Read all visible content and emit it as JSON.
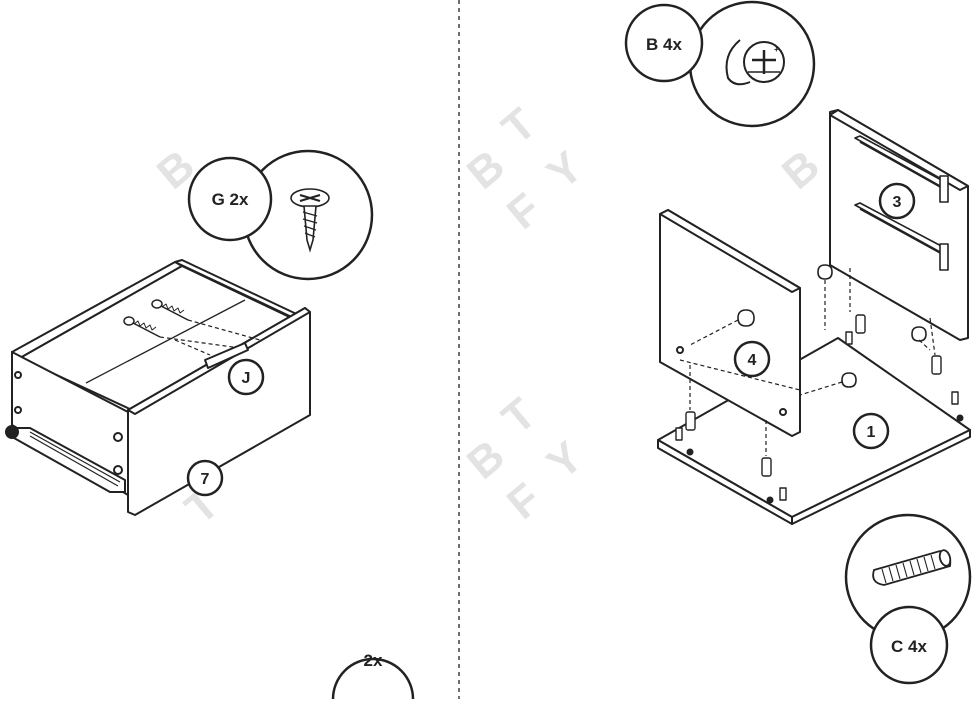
{
  "watermark": {
    "letters": [
      "B",
      "T",
      "F",
      "Y"
    ]
  },
  "parts": {
    "G": {
      "label": "G 2x"
    },
    "B": {
      "label": "B 4x"
    },
    "C": {
      "label": "C 4x"
    }
  },
  "step_multiplier": "2x",
  "callouts": {
    "drawer_front": "7",
    "drawer_back": "J",
    "base_panel": "1",
    "right_side_panel": "3",
    "left_side_panel": "4"
  },
  "colors": {
    "line": "#222222",
    "watermark": "#e3e3e3",
    "background": "#ffffff"
  }
}
